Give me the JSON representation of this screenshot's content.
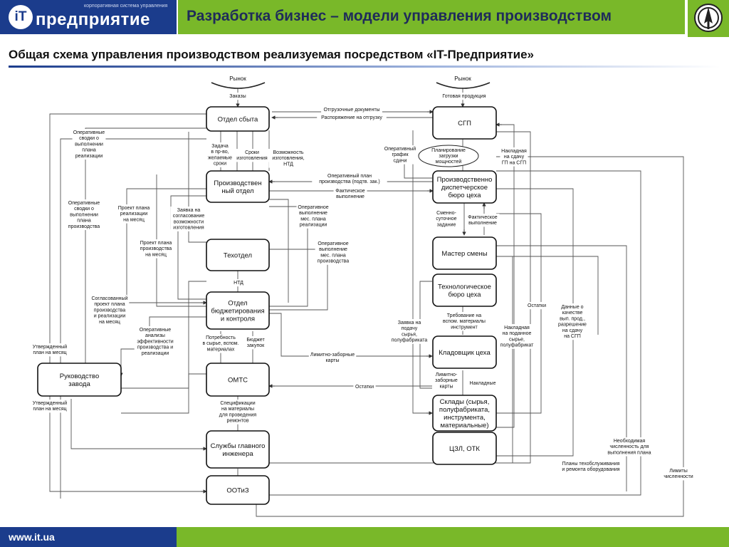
{
  "header": {
    "logo_text": "предприятие",
    "logo_it": "iT",
    "logo_tagline": "корпоративная система управления",
    "title": "Разработка бизнес – модели управления производством"
  },
  "subtitle": "Общая схема управления производством реализуемая посредством «IT-Предприятие»",
  "footer": {
    "url": "www.it.ua"
  },
  "diagram": {
    "markets": {
      "left": "Рынок",
      "right": "Рынок"
    },
    "nodes": {
      "sales": [
        "Отдел сбыта"
      ],
      "production": [
        "Производствен",
        "ный отдел"
      ],
      "tech": [
        "Техотдел"
      ],
      "budget": [
        "Отдел",
        "бюджетирования",
        "и контроля"
      ],
      "management": [
        "Руководство",
        "завода"
      ],
      "supply": [
        "ОМТС"
      ],
      "chief_eng": [
        "Службы главного",
        "инженера"
      ],
      "ootiz": [
        "ООТиЗ"
      ],
      "sgp": [
        "СГП"
      ],
      "dispatch": [
        "Производственно",
        "диспетчерское",
        "бюро цеха"
      ],
      "master": [
        "Мастер смены"
      ],
      "techbureau": [
        "Технологическое",
        "бюро цеха"
      ],
      "storekeeper": [
        "Кладовщик цеха"
      ],
      "warehouse": [
        "Склады (сырья,",
        "полуфабриката,",
        "инструмента,",
        "материальные)"
      ],
      "lab": [
        "ЦЗЛ, ОТК"
      ],
      "planning": [
        "Планирование",
        "загрузки",
        "мощностей"
      ]
    },
    "labels": {
      "orders": [
        "Заказы"
      ],
      "finished_goods": [
        "Готовая продукция"
      ],
      "ship_docs": [
        "Отгрузочные документы"
      ],
      "ship_order": [
        "Распоряжение на отгрузку"
      ],
      "op_reports_sales": [
        "Оперативные",
        "сводки о",
        "выполнении",
        "плана",
        "реализации"
      ],
      "task": [
        "Задача",
        "в пр-во,",
        "желаемые",
        "сроки"
      ],
      "deadlines": [
        "Сроки",
        "изготовления"
      ],
      "feasibility": [
        "Возможность",
        "изготовления,",
        "НТД"
      ],
      "op_schedule": [
        "Оперативный",
        "график",
        "сдачи"
      ],
      "waybill_sgp": [
        "Накладная",
        "на сдачу",
        "ГП на СГП"
      ],
      "op_plan": [
        "Оперативный план",
        "производства (подтв. зак.)"
      ],
      "actual_exec": [
        "Фактическое",
        "выполнение"
      ],
      "op_reports_prod": [
        "Оперативные",
        "сводки о",
        "выполнении",
        "плана",
        "производства"
      ],
      "sales_plan_draft": [
        "Проект плана",
        "реализации",
        "на месяц"
      ],
      "approval_request": [
        "Заявка на",
        "согласование",
        "возможности",
        "изготовления"
      ],
      "op_exec_sales": [
        "Оперативное",
        "выполнение",
        "мес. плана",
        "реализации"
      ],
      "shift_task": [
        "Сменно-",
        "суточное",
        "задание"
      ],
      "actual_exec2": [
        "Фактическое",
        "выполнение"
      ],
      "prod_plan_draft": [
        "Проект плана",
        "производства",
        "на месяц"
      ],
      "op_exec_prod": [
        "Оперативное",
        "выполнение",
        "мес. плана",
        "производства"
      ],
      "ntd": [
        "НТД"
      ],
      "approved_plan": [
        "Согласованный",
        "проект плана",
        "производства",
        "и реализации",
        "на месяц"
      ],
      "op_analysis": [
        "Оперативные",
        "анализы",
        "эффективности",
        "производства и",
        "реализации"
      ],
      "approved_month_plan_1": [
        "Утвержденный",
        "план на месяц"
      ],
      "approved_month_plan_2": [
        "Утвержденный",
        "план на месяц"
      ],
      "materials_need": [
        "Потребность",
        "в сырье, вспом.",
        "материалах"
      ],
      "purchase_budget": [
        "Бюджет",
        "закупок"
      ],
      "limit_cards": [
        "Лимитно-заборные",
        "карты"
      ],
      "limit_cards2": [
        "Лимитно-",
        "заборные",
        "карты"
      ],
      "invoices": [
        "Накладные"
      ],
      "leftovers": [
        "Остатки"
      ],
      "leftovers2": [
        "Остатки"
      ],
      "request_supply": [
        "Заявка на",
        "подачу",
        "сырья,",
        "полуфабриката"
      ],
      "aux_request": [
        "Требование на",
        "вспом. материалы",
        "инструмент"
      ],
      "waybill_raw": [
        "Накладная",
        "на поданное",
        "сырье,",
        "полуфабрикат"
      ],
      "quality_data": [
        "Данные о",
        "качестве",
        "вып. прод.,",
        "разрешение",
        "на сдачу",
        "на СГП"
      ],
      "specs_repair": [
        "Спецификации",
        "на материалы",
        "для проведения",
        "ремонтов"
      ],
      "headcount": [
        "Необходимая",
        "численность для",
        "выполнения плана"
      ],
      "maintenance_plans": [
        "Планы техобслуживания",
        "и ремонта оборудования"
      ],
      "limits_count": [
        "Лимиты",
        "численности"
      ]
    }
  }
}
